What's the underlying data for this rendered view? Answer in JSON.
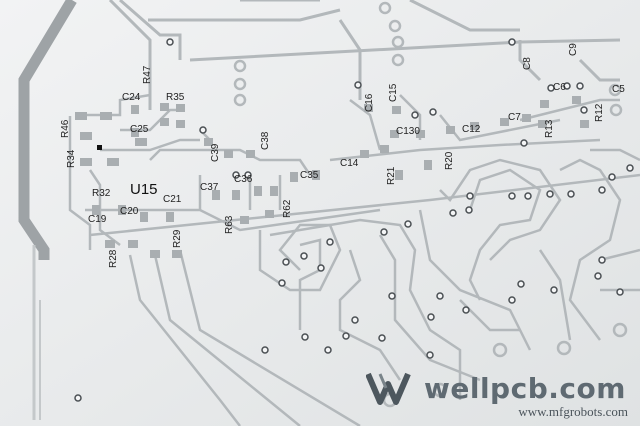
{
  "silkscreen": {
    "chip_label": "U15",
    "components": [
      {
        "ref": "R47"
      },
      {
        "ref": "C24"
      },
      {
        "ref": "R35"
      },
      {
        "ref": "R46"
      },
      {
        "ref": "C25"
      },
      {
        "ref": "R34"
      },
      {
        "ref": "R32"
      },
      {
        "ref": "C19"
      },
      {
        "ref": "C20"
      },
      {
        "ref": "C21"
      },
      {
        "ref": "R28"
      },
      {
        "ref": "R29"
      },
      {
        "ref": "C39"
      },
      {
        "ref": "C38"
      },
      {
        "ref": "C37"
      },
      {
        "ref": "C36"
      },
      {
        "ref": "R63"
      },
      {
        "ref": "R62"
      },
      {
        "ref": "C35"
      },
      {
        "ref": "C14"
      },
      {
        "ref": "R21"
      },
      {
        "ref": "C16"
      },
      {
        "ref": "C15"
      },
      {
        "ref": "C130"
      },
      {
        "ref": "R20"
      },
      {
        "ref": "C12"
      },
      {
        "ref": "C7"
      },
      {
        "ref": "R13"
      },
      {
        "ref": "R12"
      },
      {
        "ref": "C9"
      },
      {
        "ref": "C8"
      },
      {
        "ref": "C6"
      },
      {
        "ref": "C5"
      }
    ]
  },
  "watermarks": {
    "logo_text": "wellpcb.com",
    "site_url": "www.mfgrobots.com"
  },
  "colors": {
    "board": "#e9ebec",
    "trace": "#b3b8bb",
    "trace_dark": "#8d9397",
    "pad": "#a9aeb1",
    "text": "#222222"
  }
}
